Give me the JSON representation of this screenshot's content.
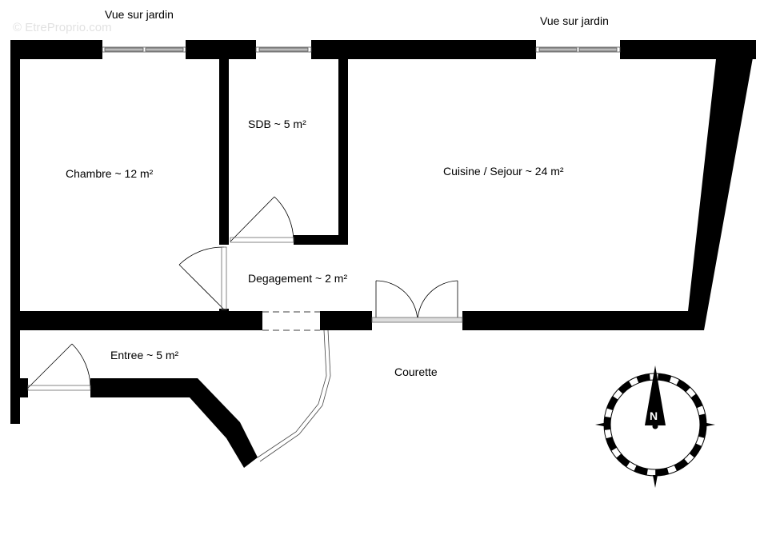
{
  "watermark": "© EtreProprio.com",
  "views": [
    {
      "label": "Vue sur jardin"
    },
    {
      "label": "Vue sur jardin"
    }
  ],
  "rooms": [
    {
      "name": "Chambre",
      "label": "Chambre ~ 12 m²",
      "area_m2": 12
    },
    {
      "name": "SDB",
      "label": "SDB ~ 5 m²",
      "area_m2": 5
    },
    {
      "name": "Cuisine / Sejour",
      "label": "Cuisine / Sejour  ~ 24 m²",
      "area_m2": 24
    },
    {
      "name": "Degagement",
      "label": "Degagement  ~ 2 m²",
      "area_m2": 2
    },
    {
      "name": "Entree",
      "label": "Entree  ~ 5 m²",
      "area_m2": 5
    }
  ],
  "outside": {
    "courette": "Courette"
  },
  "compass": {
    "letter": "N",
    "icon": "north-arrow-compass-icon"
  },
  "colors": {
    "wall": "#000000",
    "window_glass": "#b0b0b0",
    "background": "#ffffff"
  }
}
